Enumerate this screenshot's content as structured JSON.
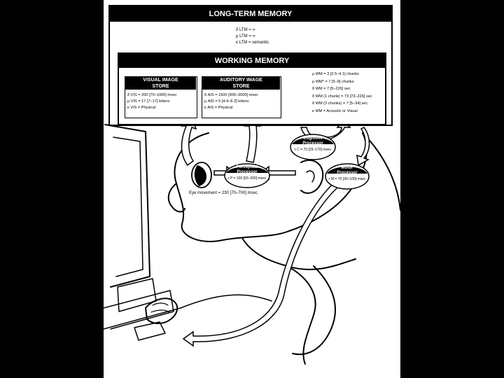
{
  "ltm": {
    "title": "LONG-TERM MEMORY",
    "params": [
      "δ LTM = ∞",
      "μ LTM = ∞",
      "κ LTM = semantic"
    ]
  },
  "wm": {
    "title": "WORKING MEMORY",
    "visual_store": {
      "title_line1": "VISUAL IMAGE",
      "title_line2": "STORE",
      "params": [
        "δ VIS = 200 [70–1000] msec",
        "μ VIS = 17 [7–17] letters",
        "κ VIS = Physical"
      ]
    },
    "auditory_store": {
      "title_line1": "AUDITORY IMAGE",
      "title_line2": "STORE",
      "params": [
        "δ AIS = 1500 [900–3500] msec",
        "μ AIS = 5 [4.4–6.2] letters",
        "κ AIS = Physical"
      ]
    },
    "params": [
      "μ WM = 3 [2.5–4.1] chunks",
      "μ WM* = 7 [5–9] chunks",
      "δ WM = 7 [5–226] sec",
      "δ WM (1 chunk) = 73 [73–226] sec",
      "δ WM (3 chunks) = 7 [5–34] sec",
      "κ WM = Acoustic or Visual"
    ]
  },
  "processors": {
    "perceptual": {
      "name_line1": "Perceptual",
      "name_line2": "Processor",
      "param": "τ P = 100 [50–200] msec"
    },
    "cognitive": {
      "name_line1": "Cognitive",
      "name_line2": "Processor",
      "param": "τ C = 70 [25–170] msec"
    },
    "motor": {
      "name_line1": "Motor",
      "name_line2": "Processor",
      "param": "τ M = 70 [30–100] msec"
    }
  },
  "eye_movement": "Eye movement = 230 [70–700] msec"
}
